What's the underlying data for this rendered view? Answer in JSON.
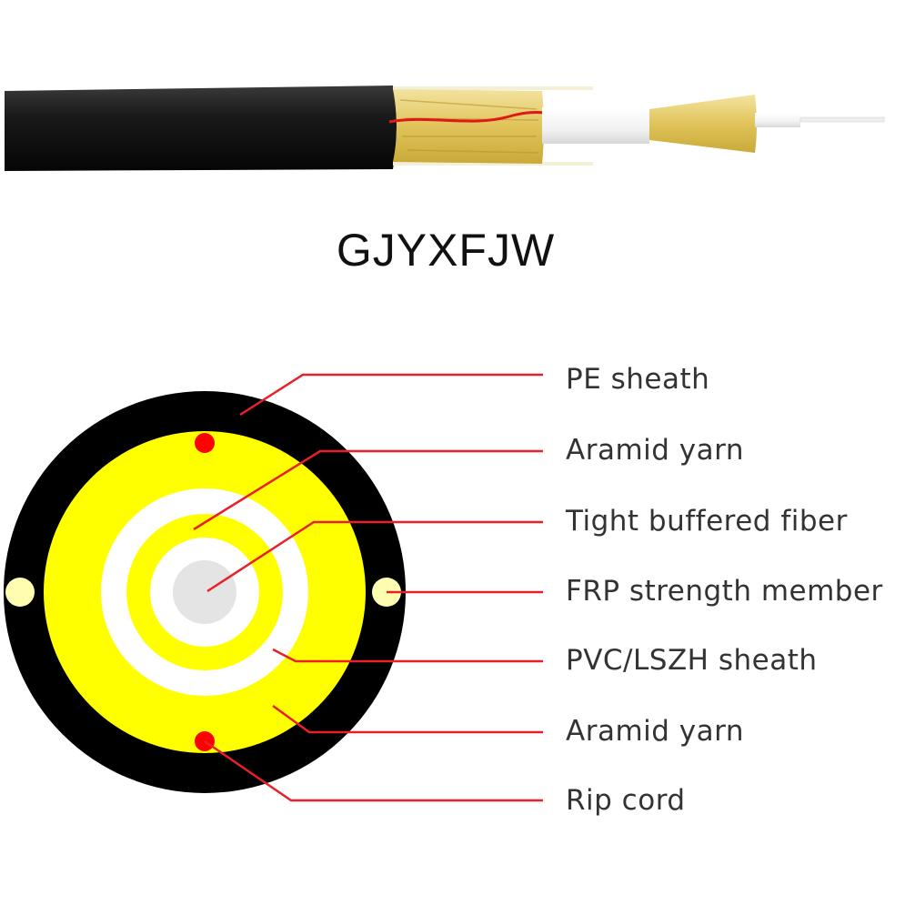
{
  "title": "GJYXFJW",
  "labels": [
    "PE sheath",
    "Aramid yarn",
    "Tight buffered fiber",
    "FRP strength member",
    "PVC/LSZH sheath",
    "Aramid yarn",
    "Rip cord"
  ],
  "colors": {
    "sheath_black": "#000000",
    "aramid_yellow": "#ffff00",
    "tight_buffer_white": "#ffffff",
    "fiber_core": "#e4e4e4",
    "frp_member": "#fffdb0",
    "rip_cord_red": "#ff0000",
    "leader_red": "#e8202a",
    "label_text": "#333333"
  }
}
